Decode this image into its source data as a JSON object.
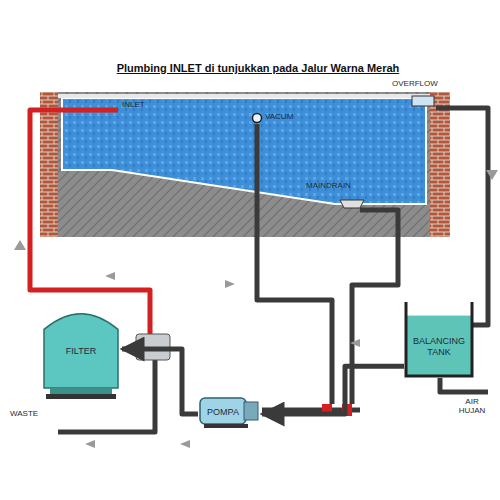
{
  "diagram": {
    "title": "Plumbing INLET di tunjukkan pada Jalur Warna Merah",
    "nodes": [
      {
        "text": [
          "FILTER"
        ]
      },
      {
        "text": [
          "BALANCING TANK"
        ]
      },
      {
        "text": [
          "POMPA"
        ]
      }
    ],
    "edges": [
      {
        "from": 1,
        "to": 2,
        "arrow": "to"
      },
      {
        "from": 2,
        "to": 0,
        "arrow": "to"
      }
    ],
    "labels": [
      "INLET",
      "VACUM",
      "MAINDRAIN",
      "OVERFLOW",
      "WASTE",
      "AIR HUJAN"
    ]
  }
}
